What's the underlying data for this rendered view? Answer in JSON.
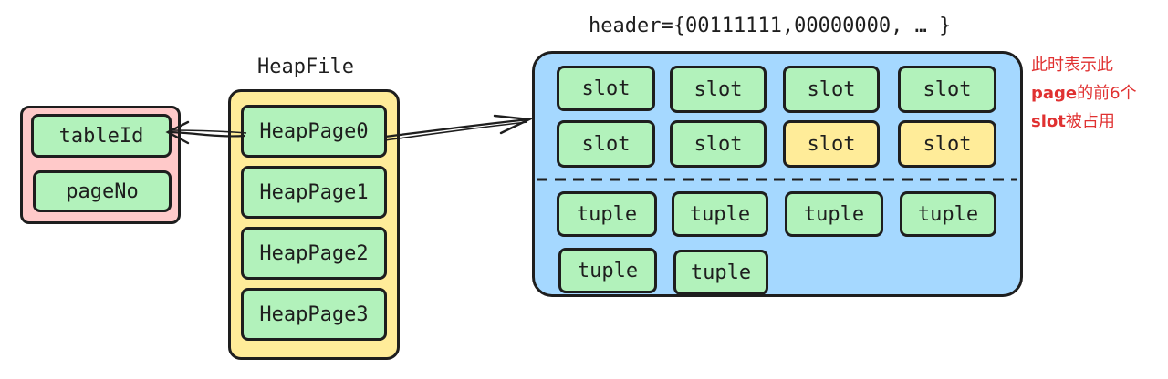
{
  "colors": {
    "record_fill": "#ffc9c9",
    "heapfile_fill": "#ffec99",
    "page_fill": "#a5d8ff",
    "item_fill": "#b2f2bb",
    "used_slot_fill": "#ffec99",
    "note_color": "#e03131"
  },
  "record": {
    "fields": [
      "tableId",
      "pageNo"
    ]
  },
  "heapfile": {
    "title": "HeapFile",
    "pages": [
      "HeapPage0",
      "HeapPage1",
      "HeapPage2",
      "HeapPage3"
    ]
  },
  "page": {
    "header": "header={00111111,00000000, … }",
    "slots": [
      {
        "label": "slot",
        "used": false
      },
      {
        "label": "slot",
        "used": false
      },
      {
        "label": "slot",
        "used": false
      },
      {
        "label": "slot",
        "used": false
      },
      {
        "label": "slot",
        "used": false
      },
      {
        "label": "slot",
        "used": false
      },
      {
        "label": "slot",
        "used": true
      },
      {
        "label": "slot",
        "used": true
      }
    ],
    "tuples": [
      "tuple",
      "tuple",
      "tuple",
      "tuple",
      "tuple",
      "tuple"
    ]
  },
  "note": {
    "line1": "此时表示此",
    "line2_bold": "page",
    "line2_rest": "的前6个",
    "line3_bold": "slot",
    "line3_rest": "被占用"
  }
}
